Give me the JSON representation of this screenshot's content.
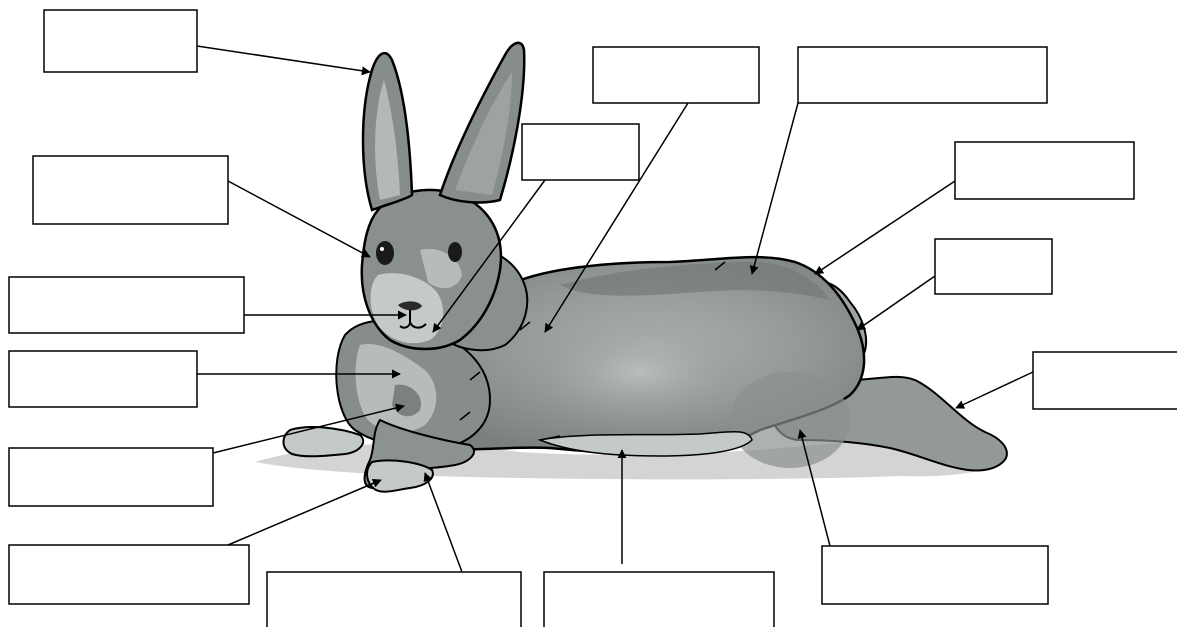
{
  "diagram": {
    "subject": "rabbit",
    "label_boxes": [
      {
        "id": "ears",
        "text": ""
      },
      {
        "id": "eyes",
        "text": ""
      },
      {
        "id": "nose",
        "text": ""
      },
      {
        "id": "mouth",
        "text": ""
      },
      {
        "id": "fur",
        "text": ""
      },
      {
        "id": "back",
        "text": ""
      },
      {
        "id": "tail",
        "text": ""
      },
      {
        "id": "rump",
        "text": ""
      },
      {
        "id": "neck",
        "text": ""
      },
      {
        "id": "chest",
        "text": ""
      },
      {
        "id": "hind-foot",
        "text": ""
      },
      {
        "id": "front-leg",
        "text": ""
      },
      {
        "id": "claws",
        "text": ""
      },
      {
        "id": "front-paw",
        "text": ""
      },
      {
        "id": "belly",
        "text": ""
      },
      {
        "id": "hind-leg",
        "text": ""
      }
    ],
    "colors": {
      "outline": "#000000",
      "fur_dark": "#6f7474",
      "fur_mid": "#8c9292",
      "fur_light": "#aab0b0",
      "fur_pale": "#c4c9c9",
      "shadow": "#d4d4d4"
    }
  }
}
